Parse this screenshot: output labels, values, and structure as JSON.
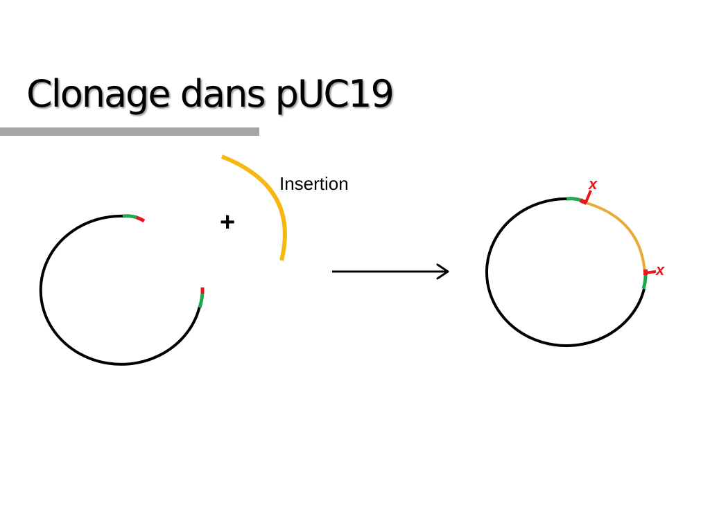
{
  "slide": {
    "title": "Clonage dans pUC19"
  },
  "diagram": {
    "plus_sign": "+",
    "insert_label": "Insertion",
    "cut_marks": [
      "x",
      "x"
    ]
  },
  "colors": {
    "dna_backbone": "#000000",
    "insert": "#f5b810",
    "insert_ligated": "#e8ab3a",
    "cloning_site": "#1ea84e",
    "restriction_site": "#e8141c",
    "title_bar": "#a6a6a6"
  }
}
